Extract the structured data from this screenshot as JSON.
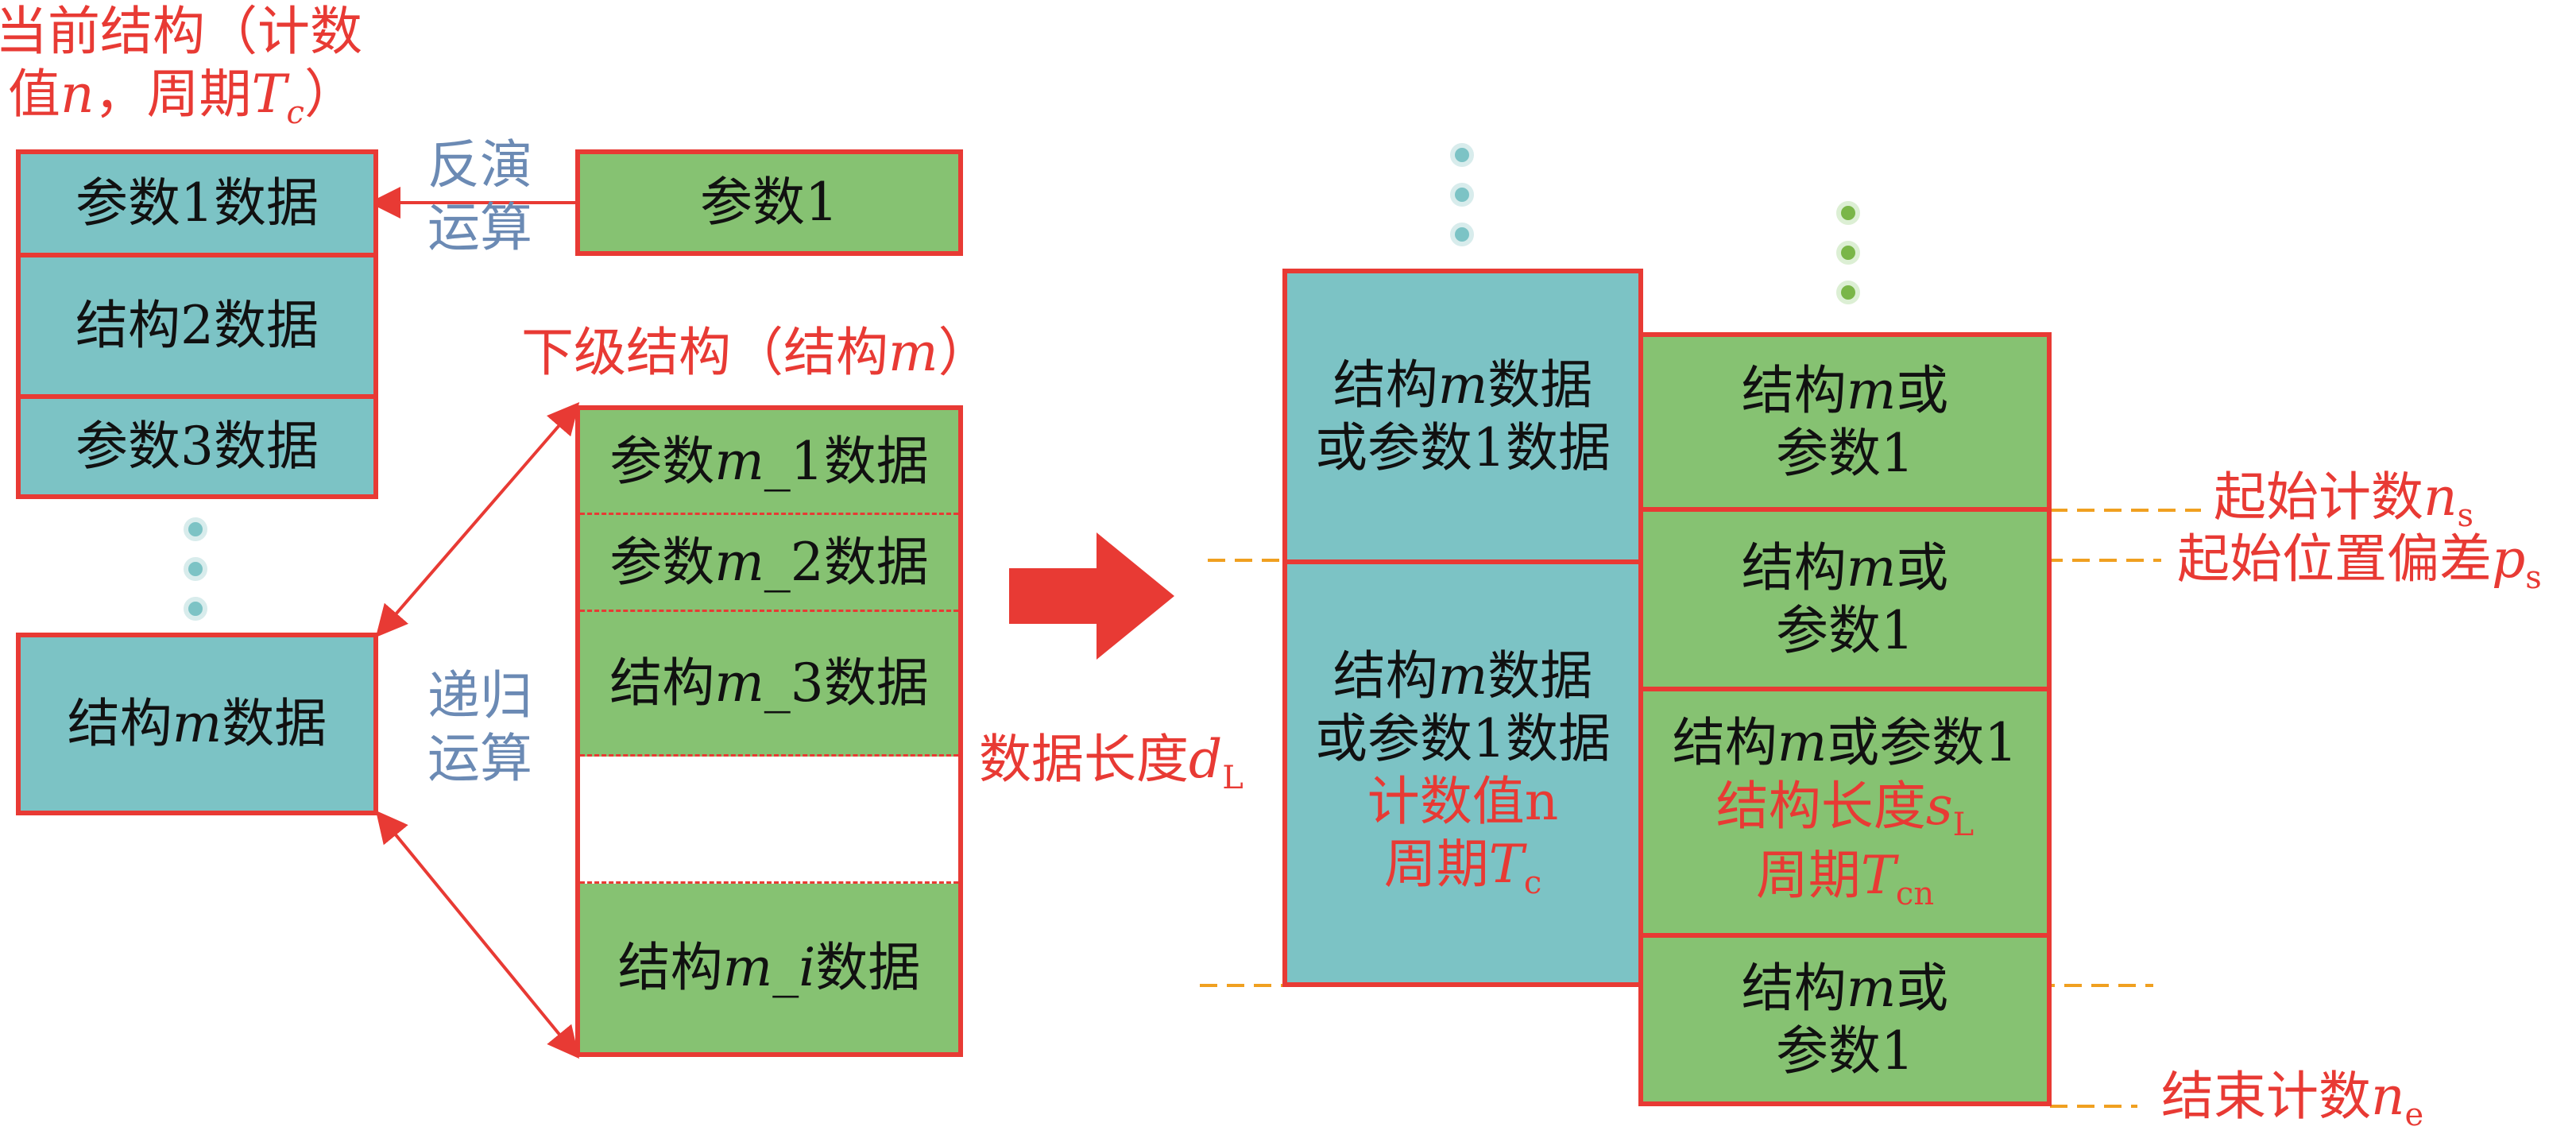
{
  "colors": {
    "red": "#e83a34",
    "teal": "#7cc3c5",
    "green": "#86c272",
    "label_blue": "#6b8ab4",
    "dash_orange": "#f0a020",
    "dot_teal": "#7cc3c5",
    "dot_green": "#7ab648"
  },
  "current_structure": {
    "title_line1": "当前结构（计数",
    "title_line2_a": "值",
    "title_line2_n": "n",
    "title_line2_b": "，周期",
    "title_line2_T": "T",
    "title_line2_c": "c",
    "title_line2_end": "）",
    "rows": [
      "参数1数据",
      "结构2数据",
      "参数3数据"
    ],
    "struct_m": {
      "a": "结构",
      "m": "m",
      "b": "数据"
    }
  },
  "inverse_op": {
    "line1": "反演",
    "line2": "运算"
  },
  "recursive_op": {
    "line1": "递归",
    "line2": "运算"
  },
  "param1_box": "参数1",
  "sub_structure": {
    "title_a": "下级结构（结构",
    "title_m": "m",
    "title_end": "）",
    "rows": [
      {
        "a": "参数",
        "m": "m",
        "b": "_1数据"
      },
      {
        "a": "参数",
        "m": "m",
        "b": "_2数据"
      },
      {
        "a": "结构",
        "m": "m",
        "b": "_3数据"
      },
      {
        "a": "结构",
        "m": "m_i",
        "b": "数据"
      }
    ]
  },
  "data_length": {
    "text": "数据长度",
    "d": "d",
    "sub": "L"
  },
  "right_left_col": {
    "top": {
      "l1a": "结构",
      "l1m": "m",
      "l1b": "数据",
      "l2": "或参数1数据"
    },
    "bottom": {
      "l1a": "结构",
      "l1m": "m",
      "l1b": "数据",
      "l2": "或参数1数据",
      "l3": "计数值n",
      "l4a": "周期",
      "l4T": "T",
      "l4c": "c"
    }
  },
  "right_right_col": {
    "or_a": "结构",
    "or_m": "m",
    "or_b": "或",
    "param1": "参数1",
    "mid_l1b": "或参数1",
    "mid_l2a": "结构长度",
    "mid_l2s": "s",
    "mid_l2L": "L",
    "mid_l3a": "周期",
    "mid_l3T": "T",
    "mid_l3cn": "cn"
  },
  "markers": {
    "start_count": {
      "text": "起始计数",
      "n": "n",
      "sub": "s"
    },
    "start_offset": {
      "text": "起始位置偏差",
      "p": "p",
      "sub": "s"
    },
    "end_count": {
      "text": "结束计数",
      "n": "n",
      "sub": "e"
    }
  }
}
